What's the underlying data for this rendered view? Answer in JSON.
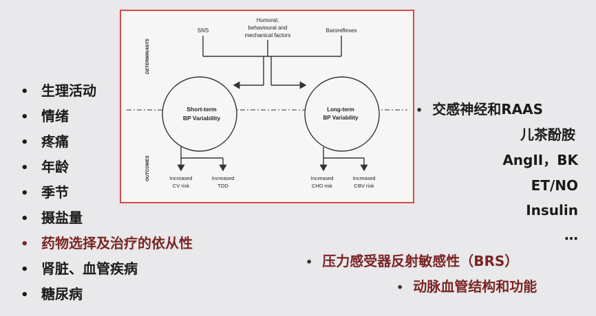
{
  "diagram": {
    "top_nodes": {
      "sns": "SNS",
      "humoral_1": "Humoral,",
      "humoral_2": "behavioural and",
      "humoral_3": "mechanical factors",
      "baroreflexes": "Baroreflexes"
    },
    "side_labels": {
      "determinants": "DETERMINANTS",
      "outcomes": "OUTCOMES"
    },
    "circles": {
      "short_1": "Short-term",
      "short_2": "BP Variability",
      "long_1": "Long-term",
      "long_2": "BP Variability"
    },
    "outcomes": {
      "cv_1": "Increased",
      "cv_2": "CV risk",
      "tod_1": "Increased",
      "tod_2": "TOD",
      "chd_1": "Increased",
      "chd_2": "CHD risk",
      "cbv_1": "Increased",
      "cbv_2": "CBV risk"
    },
    "colors": {
      "frame": "#d9484a",
      "line": "#333333"
    }
  },
  "left_list": [
    {
      "bullet": "•",
      "text": "生理活动"
    },
    {
      "bullet": "•",
      "text": "情绪"
    },
    {
      "bullet": "•",
      "text": "疼痛"
    },
    {
      "bullet": "•",
      "text": "年龄"
    },
    {
      "bullet": "•",
      "text": "季节"
    },
    {
      "bullet": "•",
      "text": "摄盐量"
    },
    {
      "bullet": "•",
      "text": "药物选择及治疗的依从性"
    },
    {
      "bullet": "•",
      "text": "肾脏、血管疾病"
    },
    {
      "bullet": "•",
      "text": "糖尿病"
    }
  ],
  "right_list": {
    "bullet": "•",
    "raas": "交感神经和RAAS",
    "catecholamine": "儿茶酚胺",
    "ang_bk": "AngII，BK",
    "et_no": "ET/NO",
    "insulin": "Insulin",
    "ellipsis": "…",
    "brs": "压力感受器反射敏感性（BRS）",
    "vascular": "动脉血管结构和功能"
  }
}
